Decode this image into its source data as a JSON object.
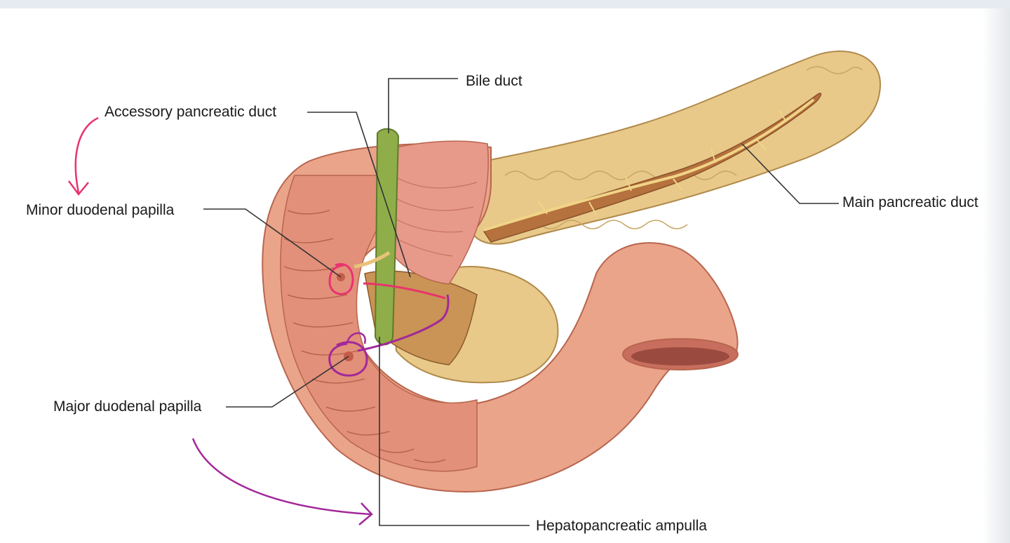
{
  "labels": {
    "bile_duct": "Bile duct",
    "accessory_pancreatic_duct": "Accessory pancreatic duct",
    "minor_duodenal_papilla": "Minor duodenal papilla",
    "main_pancreatic_duct": "Main pancreatic duct",
    "major_duodenal_papilla": "Major duodenal papilla",
    "hepatopancreatic_ampulla": "Hepatopancreatic ampulla"
  },
  "colors": {
    "pancreas": "#e8c98a",
    "pancreas_outline": "#b08a4a",
    "duodenum": "#eaa48a",
    "duodenum_inner": "#e2907a",
    "bile_duct": "#8fae4a",
    "pink_annotation": "#e8336e",
    "purple_annotation": "#a2289a",
    "leader_line": "#333333",
    "top_bar": "#e6ebf2"
  }
}
